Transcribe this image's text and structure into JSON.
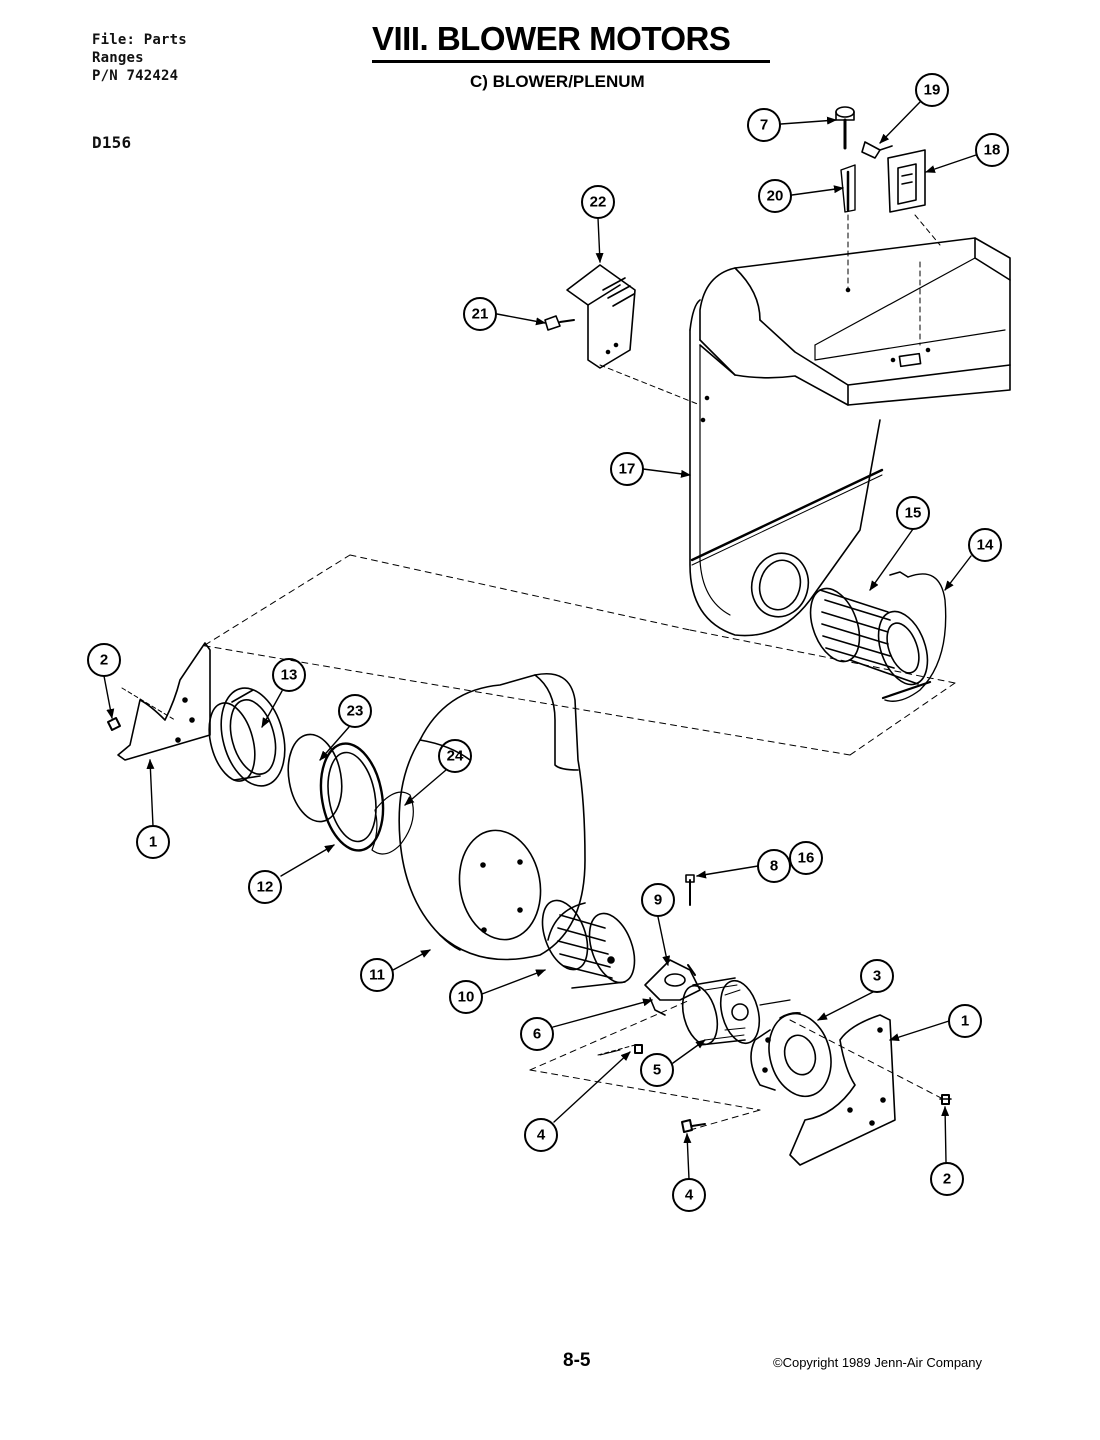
{
  "header": {
    "file_line": "File: Parts",
    "category_line": "Ranges",
    "part_number_line": "P/N 742424",
    "model_code": "D156"
  },
  "title": "VIII. BLOWER MOTORS",
  "subtitle": "C) BLOWER/PLENUM",
  "callouts": [
    {
      "id": "c7",
      "label": "7"
    },
    {
      "id": "c19",
      "label": "19"
    },
    {
      "id": "c18",
      "label": "18"
    },
    {
      "id": "c20",
      "label": "20"
    },
    {
      "id": "c22",
      "label": "22"
    },
    {
      "id": "c21",
      "label": "21"
    },
    {
      "id": "c17",
      "label": "17"
    },
    {
      "id": "c15",
      "label": "15"
    },
    {
      "id": "c14",
      "label": "14"
    },
    {
      "id": "c2a",
      "label": "2"
    },
    {
      "id": "c13",
      "label": "13"
    },
    {
      "id": "c23",
      "label": "23"
    },
    {
      "id": "c24",
      "label": "24"
    },
    {
      "id": "c1a",
      "label": "1"
    },
    {
      "id": "c12",
      "label": "12"
    },
    {
      "id": "c8",
      "label": "8"
    },
    {
      "id": "c16",
      "label": "16"
    },
    {
      "id": "c9",
      "label": "9"
    },
    {
      "id": "c11",
      "label": "11"
    },
    {
      "id": "c10",
      "label": "10"
    },
    {
      "id": "c3",
      "label": "3"
    },
    {
      "id": "c1b",
      "label": "1"
    },
    {
      "id": "c6",
      "label": "6"
    },
    {
      "id": "c5",
      "label": "5"
    },
    {
      "id": "c4a",
      "label": "4"
    },
    {
      "id": "c2b",
      "label": "2"
    },
    {
      "id": "c4b",
      "label": "4"
    }
  ],
  "footer": {
    "page_number": "8-5",
    "copyright": "©Copyright 1989 Jenn-Air Company"
  }
}
